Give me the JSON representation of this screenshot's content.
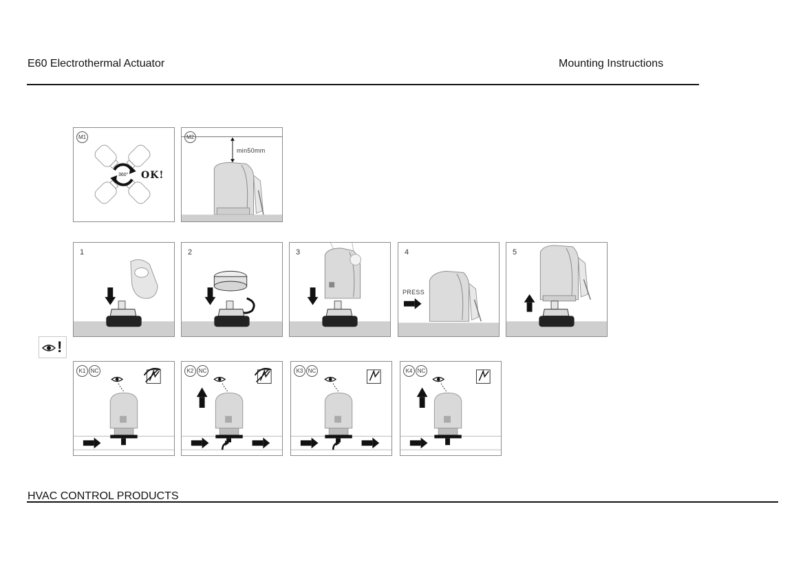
{
  "header": {
    "title": "E60 Electrothermal Actuator",
    "section": "Mounting Instructions"
  },
  "footer": {
    "brand": "HVAC CONTROL PRODUCTS"
  },
  "mounting_panels": [
    {
      "label": "M1",
      "ok_text": "OK!",
      "rotation_text": "360°"
    },
    {
      "label": "M2",
      "clearance_text": "min50mm"
    }
  ],
  "steps": [
    {
      "label": "1"
    },
    {
      "label": "2"
    },
    {
      "label": "3"
    },
    {
      "label": "4",
      "action_text": "PRESS"
    },
    {
      "label": "5"
    }
  ],
  "notice": {
    "excl": "!"
  },
  "variants": [
    {
      "label": "K1",
      "mode": "NC"
    },
    {
      "label": "K2",
      "mode": "NC"
    },
    {
      "label": "K3",
      "mode": "NC"
    },
    {
      "label": "K4",
      "mode": "NC"
    }
  ],
  "colors": {
    "frame": "#8a8a8a",
    "actuator_body": "#d9d9d9",
    "actuator_shade": "#a9a9a9",
    "floor": "#cfcfcf",
    "ink": "#111111"
  }
}
